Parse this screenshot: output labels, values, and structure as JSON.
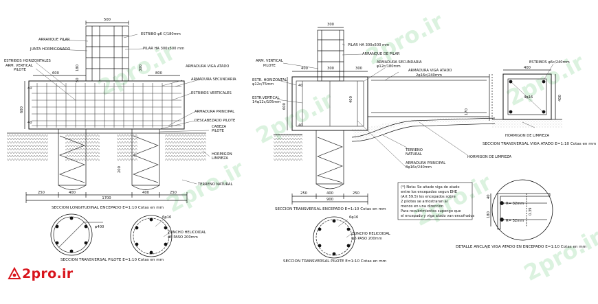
{
  "watermark": "2pro.ir",
  "logo": {
    "text": "2pro.ir",
    "accent": "#d8141c"
  },
  "colors": {
    "line": "#111111",
    "grid": "#333333",
    "watermark": "#bfe8c6",
    "soil_fill": "#cfcfcf"
  },
  "section_long": {
    "dim_top": "500",
    "labels": {
      "arranque_pilar": "ARRANQUE PILAR",
      "junta": "JUNTA HORMIGONADO",
      "estribos_h": "ESTRIBOS HORIZONTALES",
      "arm_vert_a": "ARM. VERTICAL",
      "arm_vert_b": "PILOTE",
      "estribo": "ESTRIBO φ6 C/180mm",
      "pilar": "PILAR HA 300x500 mm",
      "arm_sec": "ARMADURA SECUNDARIA",
      "estribos_v": "ESTRIBOS VERTICALES",
      "arm_viga": "ARMADURA VIGA ATADO",
      "arm_princ": "ARMADURA PRINCIPAL",
      "descab": "DESCABEZADO PILOTE",
      "cabeza_a": "CABEZA",
      "cabeza_b": "PILOTE",
      "hormigon_a": "HORMIGON",
      "hormigon_b": "LIMPIEZA",
      "terreno": "TERRENO NATURAL"
    },
    "dims": {
      "d600": "600",
      "d180": "180",
      "d50": "50",
      "d300": "300",
      "d800": "800",
      "d600v": "600",
      "d40": "40",
      "d40b": "40",
      "d200": "200",
      "b250a": "250",
      "b400a": "400",
      "b400b": "400",
      "b250b": "250",
      "total": "1700"
    },
    "title": "SECCION LONGITUDINAL ENCEPADO E=1:10 Cotas en mm"
  },
  "section_pile_a": {
    "diam": "φ400",
    "bars": "6φ16",
    "zuncho_a": "ZUNCHO HELICOIDAL",
    "zuncho_b": "φ6  PASO 200mm",
    "title": "SECCION TRANSVERSAL PILOTE E=1:10 Cotas en mm"
  },
  "section_trans": {
    "dim_top": "300",
    "labels": {
      "pilar": "PILAR HA 300x500 mm",
      "arranque": "ARRANQUE DE PILAR",
      "arm_vert_a": "ARM. VERTICAL",
      "arm_vert_b": "PILOTE",
      "estr_h_a": "ESTR. HORIZONTAL",
      "estr_h_b": "φ12c/75mm",
      "estr_v_a": "ESTR.VERTICAL",
      "estr_v_b": "14φ12c/105mm",
      "arm_sec_a": "ARMADURA SECUNDARIA",
      "arm_sec_b": "φ12c/180mm",
      "arm_viga_a": "ARMADURA VIGA ATADO",
      "arm_viga_b": "2φ16c/240mm",
      "terreno_a": "TERRENO",
      "terreno_b": "NATURAL",
      "arm_princ_a": "ARMADURA PRINCIPAL",
      "arm_princ_b": "8φ16c/240mm",
      "hormigon": "HORMIGON DE LIMPIEZA"
    },
    "dims": {
      "d400": "400",
      "d300a": "300",
      "d300b": "300",
      "d600": "600",
      "d400v": "400",
      "d40a": "40",
      "d40b": "40",
      "d170": "170",
      "b250": "250",
      "b400": "400",
      "b250b": "250",
      "total": "900"
    },
    "title": "SECCION TRANSVERSAL ENCEPADO E=1:10 Cotas en mm"
  },
  "section_pile_b": {
    "bars": "6φ16",
    "zuncho_a": "ZUNCHO HELICOIDAL",
    "zuncho_b": "φ6  PASO 200mm",
    "title": "SECCION TRANSVERSAL PILOTE E=1:10 Cotas en mm"
  },
  "section_beam": {
    "d400": "400",
    "estribos": "ESTRIBOS φ6c/240mm",
    "bars": "4φ16",
    "d400v": "400",
    "hormigon": "HORMIGON DE LIMPIEZA",
    "title": "SECCION TRANSVERSAL VIGA ATADO E=1:10 Cotas en mm"
  },
  "note": {
    "lines": [
      "(*) Nota: Se añade viga de atado",
      "entre los encepados  segun EHE",
      "(Art 59.5) los encepados sobre",
      "2 pilotes se arriostraran al",
      "menos en una direccion",
      "Para recubrimientos supongo que",
      "el encepado y viga atado van encofrados"
    ]
  },
  "detail_anchor": {
    "r1": "R= 32mm",
    "r2": "R= 32mm",
    "d0_39": "0.39",
    "d180": "180",
    "d40": "40",
    "title": "DETALLE ANCLAJE VIGA ATADO EN ENCEPADO E=1:10 Cotas en mm"
  }
}
